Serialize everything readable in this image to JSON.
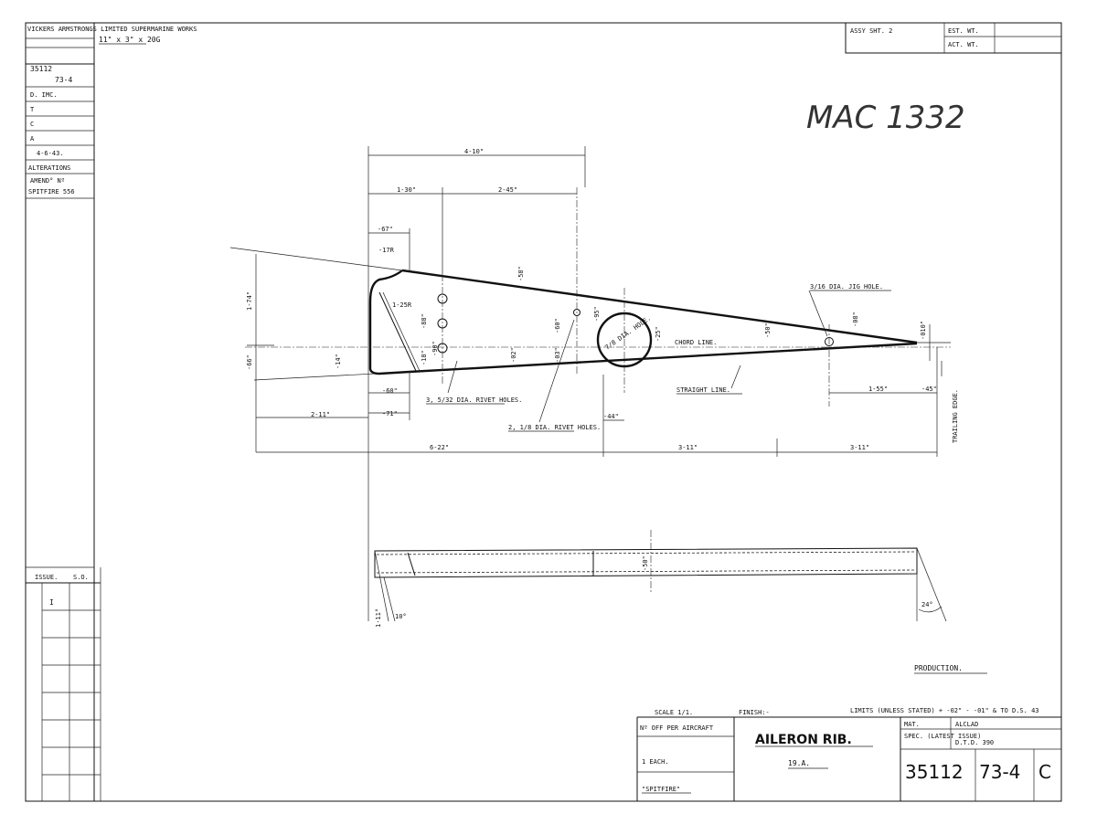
{
  "title_strip": {
    "company": "VICKERS ARMSTRONGS LIMITED SUPERMARINE WORKS",
    "drawing_no": "35112",
    "drawing_suffix": "73-4",
    "rows": [
      "D. IMC.",
      "T",
      "C",
      "A",
      "4-6-43."
    ],
    "alterations_label": "ALTERATIONS",
    "amend_note": "AMEND° Nº",
    "spitfire_note": "SPITFIRE 556",
    "issue_label": "ISSUE.",
    "so_label": "S.O.",
    "issue_value": "I"
  },
  "header": {
    "stock_size": "11\" x 3\" x 20G",
    "assy_sheet": "ASSY SHT. 2",
    "est_wt": "EST. WT.",
    "act_wt": "ACT. WT."
  },
  "handwritten_ref": "MAC 1332",
  "dimensions": {
    "overall_top": "4-10\"",
    "d_130": "1-30\"",
    "d_245": "2-45\"",
    "d_67": "-67\"",
    "d_17r": "-17R",
    "d_174": "1-74\"",
    "d_125r": "1-25R",
    "d_66": "-66\"",
    "d_14": "-14\"",
    "d_60a": "-60\"",
    "d_71": "-71\"",
    "d_211": "2-11\"",
    "d_622": "6-22\"",
    "d_311a": "3-11\"",
    "d_311b": "3-11\"",
    "d_155": "1-55\"",
    "d_45": "-45\"",
    "d_44": "-44\"",
    "d_24deg": "24°",
    "d_50a": "-50\"",
    "d_50b": "-50\"",
    "d_08": "-08\"",
    "d_010": "-010\"",
    "d_111": "1·11°",
    "d_10deg": "10°",
    "v_58": "-58\"",
    "v_60": "-60\"",
    "v_88": "-88\"",
    "v_90": "-90\"",
    "v_95": "-95\"",
    "v_03": "-03\"",
    "v_02": "-02\"",
    "v_18": "-18\"",
    "v_25": "-25\""
  },
  "labels": {
    "jig_hole": "3/16 DIA. JIG HOLE.",
    "chord_line": "CHORD LINE.",
    "straight_line": "STRAIGHT LINE.",
    "trailing_edge": "TRAILING EDGE.",
    "rivets_a": "3, 5/32 DIA. RIVET HOLES.",
    "rivets_b": "2, 1/8 DIA. RIVET HOLES.",
    "lightening_hole": "7/8 DIA. HOLE.",
    "production": "PRODUCTION."
  },
  "title_block": {
    "scale": "SCALE 1/1.",
    "finish": "FINISH:-",
    "limits": "LIMITS (UNLESS STATED) + -02\" - -01\" & TO D.S. 43",
    "off_per_aircraft": "Nº OFF PER AIRCRAFT",
    "each": "1 EACH.",
    "aircraft": "\"SPITFIRE\"",
    "part_name": "AILERON RIB.",
    "part_no": "19.A.",
    "mat_label": "MAT.",
    "mat_value": "ALCLAD",
    "spec_label": "SPEC. (LATEST ISSUE)",
    "spec_value": "D.T.D. 390",
    "dwg_no": "35112",
    "dwg_sheet": "73-4",
    "dwg_rev": "C"
  }
}
